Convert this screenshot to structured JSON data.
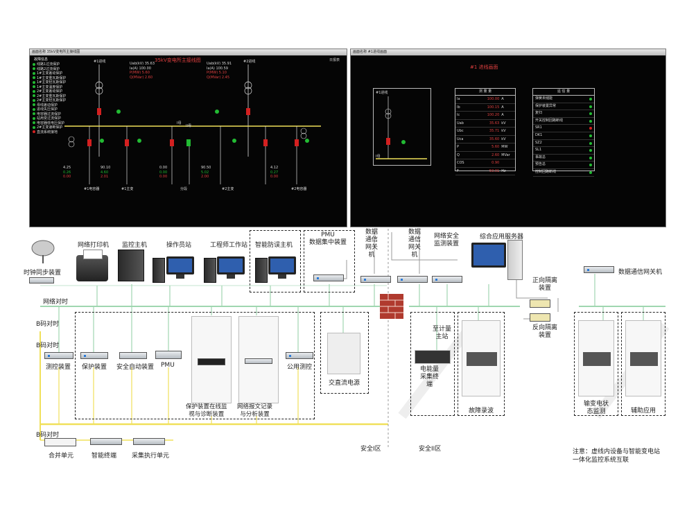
{
  "left_panel": {
    "window_title": "画面名称 35kV变电所主接线图",
    "title": "35kV变电所主接线图",
    "close_btn": "日报表",
    "legend_header": "故障信息",
    "legend": [
      "线路1过流保护",
      "线路2过流保护",
      "1#主变差动保护",
      "1#主变重瓦斯保护",
      "1#主变轻瓦斯保护",
      "1#主变温度保护",
      "2#主变差动保护",
      "2#主变重瓦斯保护",
      "2#主变轻瓦斯保护",
      "母线差动保护",
      "进线失压保护",
      "电容器过流保护",
      "站用变过流保护",
      "电容器低电压保护",
      "2#主变速断保护",
      "直流系统接地"
    ],
    "line1_label": "#1进线",
    "line2_label": "#2进线",
    "line1_vals": [
      "Uab(kV)  35.63",
      "Ia(A)  100.00",
      "P(MW)  5.60",
      "Q(MVar)  2.60"
    ],
    "line2_vals": [
      "Uab(kV)  35.91",
      "Ia(A)  100.59",
      "P(MW)  5.10",
      "Q(MVar)  2.45"
    ],
    "bus_label": "I母",
    "bus2_label": "II母",
    "feeders": [
      "#1电容器",
      "#1主变",
      "分段",
      "#2主变",
      "#2电容器"
    ],
    "feeder_vals": [
      [
        "4.25",
        "0.26",
        "0.00"
      ],
      [
        "90.10",
        "4.60",
        "2.01"
      ],
      [
        "0.00",
        "0.00",
        "0.00"
      ],
      [
        "90.50",
        "5.02",
        "2.00"
      ],
      [
        "4.12",
        "0.27",
        "0.00"
      ]
    ]
  },
  "right_panel": {
    "window_title": "画面名称 #1进线画面",
    "title": "#1 进线画面",
    "diagram_label": "#1进线",
    "bus_label": "I母",
    "meas_header": "测 量 量",
    "meas_rows": [
      [
        "Ia",
        "100.00",
        "A"
      ],
      [
        "Ib",
        "100.15",
        "A"
      ],
      [
        "Ic",
        "100.20",
        "A"
      ],
      [
        "Uab",
        "35.63",
        "kV"
      ],
      [
        "Ubc",
        "35.71",
        "kV"
      ],
      [
        "Uca",
        "35.60",
        "kV"
      ],
      [
        "P",
        "5.60",
        "MW"
      ],
      [
        "Q",
        "2.60",
        "MVar"
      ],
      [
        "COS",
        "0.90",
        ""
      ],
      [
        "F",
        "50.01",
        "Hz"
      ]
    ],
    "signal_header": "遥 信 量",
    "signal_rows": [
      "弹簧未储能",
      "保护装置异常",
      "复归",
      "开关控制回路断线",
      "SR1",
      "DK1",
      "SZ2",
      "SL1",
      "事故总",
      "预告总",
      "控制回路断线"
    ]
  },
  "diagram": {
    "time_sync": "时钟同步装置",
    "network_printer": "网络打印机",
    "monitor_host": "监控主机",
    "operator_station": "操作员站",
    "engineer_station": "工程师工作站",
    "anti_misop_host": "智能防误主机",
    "pmu_concentrator": "PMU\n数据集中装置",
    "gw_a": "数据通信网关机",
    "gw_b": "数据通信网关机",
    "security_monitor": "网络安全\n监测装置",
    "app_server": "综合应用服务器",
    "gw_right": "数据通信网关机",
    "fwd_isolation": "正向隔离\n装置",
    "rev_isolation": "反向隔离\n装置",
    "network_timing": "网络对时",
    "b_code_1": "B码对时",
    "b_code_2": "B码对时",
    "b_code_3": "B码对时",
    "measure_ctrl": "测控装置",
    "protection": "保护装置",
    "safety_auto": "安全自动装置",
    "pmu": "PMU",
    "prot_monitor": "保护装置在线监\n视与诊断装置",
    "net_msg_record": "网络报文记录\n与分析装置",
    "public_measure": "公用测控",
    "acdc_power": "交直流电源",
    "to_meter_station": "至计量\n主站",
    "energy_terminal": "电能量\n采集终\n端",
    "fault_record": "故障录波",
    "transformer_monitor": "输变电状\n态监测",
    "aux_app": "辅助应用",
    "merging_unit": "合并单元",
    "smart_terminal": "智能终端",
    "acq_exec_unit": "采集执行单元",
    "zone_1": "安全I区",
    "zone_2": "安全II区",
    "note": "注意：虚线内设备与智能变电站\n一体化监控系统互联"
  },
  "colors": {
    "network_line": "#9fd6b0",
    "bcode_line": "#f0e05a",
    "panel_bg": "#050505",
    "red_breaker": "#d42020",
    "green_breaker": "#22bb33"
  }
}
